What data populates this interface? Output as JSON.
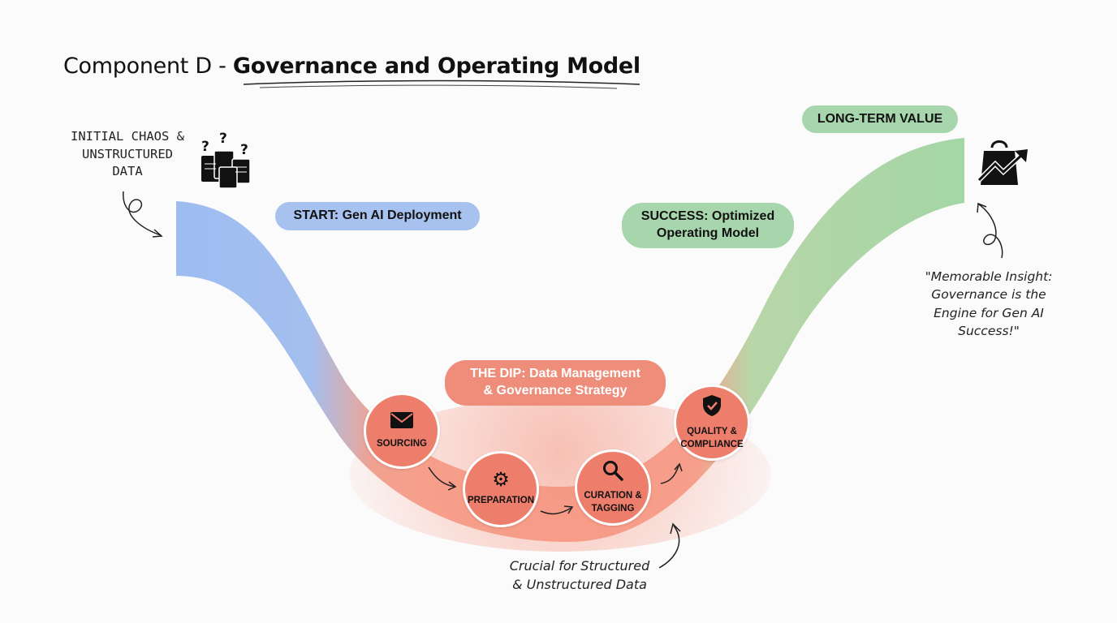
{
  "title": {
    "prefix": "Component D - ",
    "bold": "Governance and Operating Model"
  },
  "labels": {
    "start": "START: Gen AI Deployment",
    "success_line1": "SUCCESS: Optimized",
    "success_line2": "Operating Model",
    "long_term": "LONG-TERM VALUE",
    "dip_line1": "THE DIP: Data Management",
    "dip_line2": "& Governance Strategy"
  },
  "chaos": {
    "line1": "INITIAL CHAOS &",
    "line2": "UNSTRUCTURED",
    "line3": "DATA"
  },
  "insight": {
    "line1": "\"Memorable Insight:",
    "line2": "Governance is the",
    "line3": "Engine for Gen AI",
    "line4": "Success!\""
  },
  "crucial": {
    "line1": "Crucial for Structured",
    "line2": "& Unstructured Data"
  },
  "steps": [
    {
      "line1": "SOURCING",
      "line2": "",
      "icon": "envelope-icon"
    },
    {
      "line1": "PREPARATION",
      "line2": "",
      "icon": "gear-icon"
    },
    {
      "line1": "CURATION &",
      "line2": "TAGGING",
      "icon": "magnifier-icon"
    },
    {
      "line1": "QUALITY &",
      "line2": "COMPLIANCE",
      "icon": "shield-check-icon"
    }
  ],
  "colors": {
    "blue": "#a7c2ee",
    "red": "#ef8d7b",
    "green": "#a7d6ad"
  }
}
